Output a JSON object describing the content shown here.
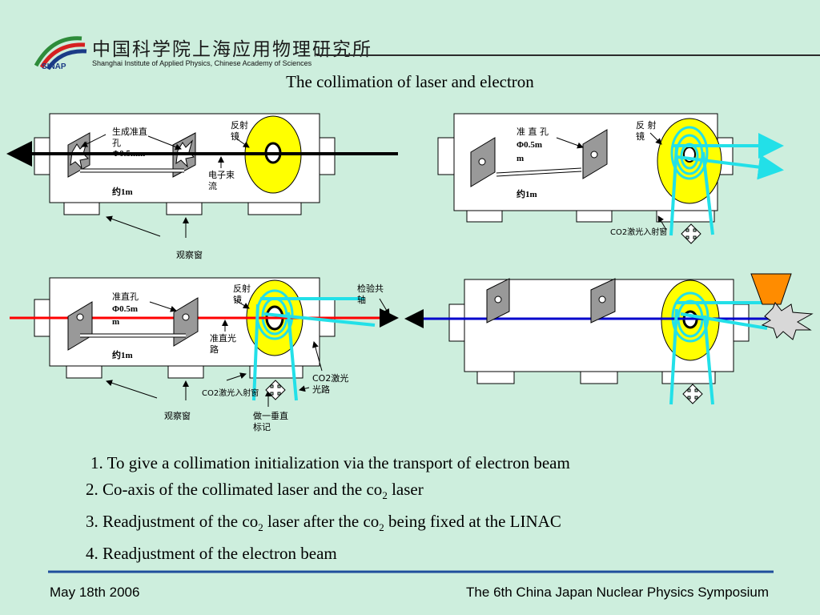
{
  "logo": {
    "cn_text": "中国科学院上海应用物理研究所",
    "en_text": "Shanghai Institute of Applied Physics, Chinese Academy of Sciences",
    "abbr": "SINAP"
  },
  "title": "The collimation of laser and electron",
  "panel1": {
    "aperture": [
      "生成准直",
      "孔",
      "Φ0.5mm"
    ],
    "mirror": [
      "反射",
      "镜"
    ],
    "electron_beam": [
      "电子束",
      "流"
    ],
    "distance": "约1m",
    "window": "观察窗"
  },
  "panel2": {
    "aperture": [
      "准 直 孔",
      "Φ0.5m",
      "m"
    ],
    "mirror": [
      "反 射",
      "镜"
    ],
    "distance": "约1m",
    "co2_window": "CO2激光入射窗"
  },
  "panel3": {
    "aperture": [
      "准直孔",
      "Φ0.5m",
      "m"
    ],
    "mirror": [
      "反射",
      "镜"
    ],
    "collimated_path": [
      "准直光",
      "路"
    ],
    "distance": "约1m",
    "co2_window": "CO2激光入射窗",
    "window": "观察窗",
    "vertical_mark": [
      "做一垂直",
      "标记"
    ],
    "co2_path": [
      "CO2激光",
      "光路"
    ],
    "check_axis": [
      "检验共",
      "轴"
    ]
  },
  "steps": [
    {
      "pre": "1. To give a collimation initialization via the transport of electron beam"
    },
    {
      "pre": "2. Co-axis of the collimated laser and the co",
      "sub": "2",
      "post": " laser"
    },
    {
      "pre": "3. Readjustment of the co",
      "sub": "2",
      "mid": " laser after the co",
      "sub2": "2",
      "post": " being fixed at the LINAC"
    },
    {
      "pre": "4. Readjustment of the electron beam"
    }
  ],
  "footer": {
    "date": "May 18th 2006",
    "conference": "The 6th China Japan Nuclear Physics Symposium"
  },
  "colors": {
    "background": "#cdeedd",
    "mirror_yellow": "#ffff00",
    "laser_cyan": "#22e0e8",
    "electron_black": "#000000",
    "laser_red": "#ff0000",
    "electron_blue": "#0000cc",
    "target_orange": "#ff8c00",
    "rule_blue": "#1f4e9c"
  }
}
